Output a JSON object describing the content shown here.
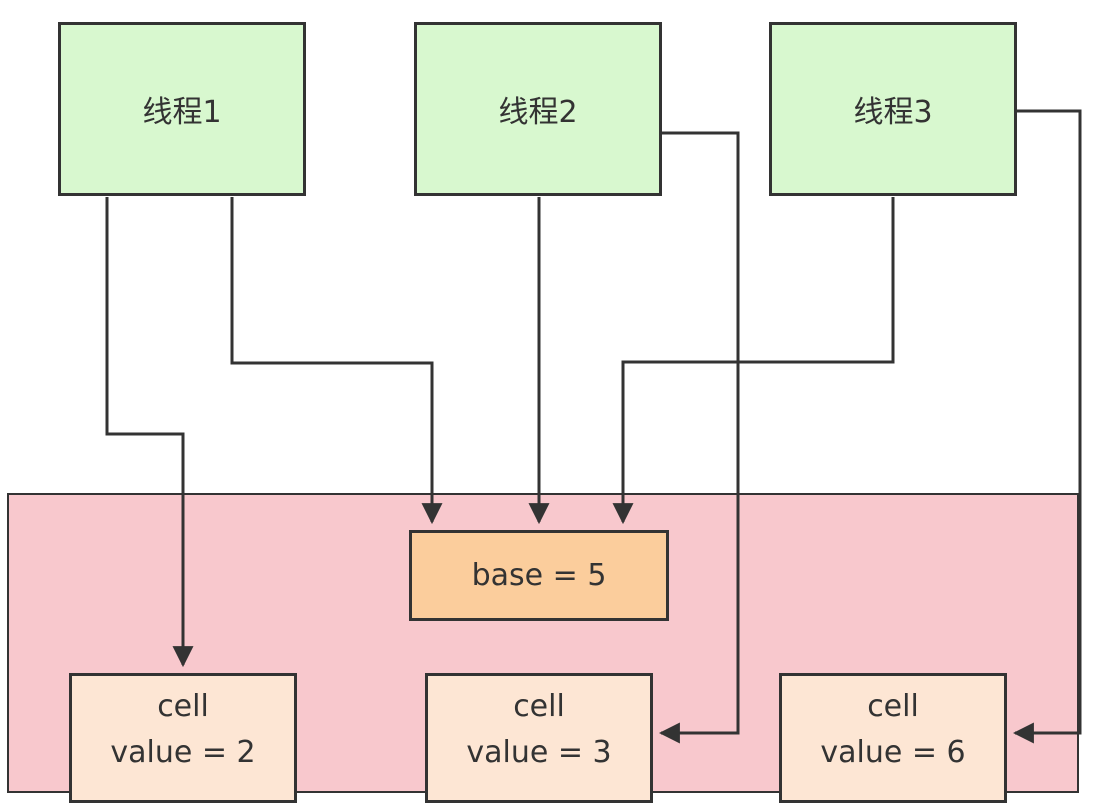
{
  "threads": [
    {
      "label": "线程1"
    },
    {
      "label": "线程2"
    },
    {
      "label": "线程3"
    }
  ],
  "base": {
    "label": "base = 5"
  },
  "cells": [
    {
      "title": "cell",
      "value": "value = 2"
    },
    {
      "title": "cell",
      "value": "value = 3"
    },
    {
      "title": "cell",
      "value": "value = 6"
    }
  ],
  "colors": {
    "thread_fill": "#d8f8cf",
    "region_fill": "#f8c8cd",
    "base_fill": "#fbcd9c",
    "cell_fill": "#fde6d4",
    "line": "#333333"
  }
}
